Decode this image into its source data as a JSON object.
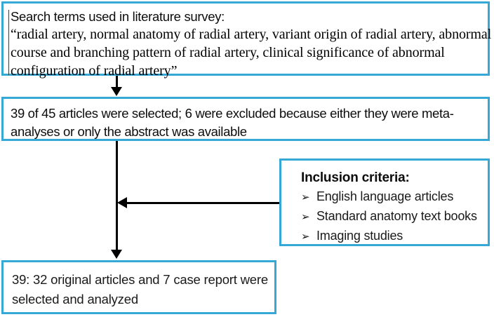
{
  "colors": {
    "box_border": "#35a8d6",
    "arrow": "#000000",
    "text": "#111111",
    "background": "#ffffff"
  },
  "box_search": {
    "title": "Search terms used in literature survey:",
    "quote_lines": [
      "“radial artery, normal anatomy of radial artery, variant origin of radial artery, abnormal",
      "course and branching pattern of radial artery, clinical significance of abnormal",
      "configuration of radial artery”"
    ]
  },
  "box_selection": {
    "lines": [
      "39 of 45 articles were selected; 6 were excluded because either they were meta-",
      "analyses or only the abstract was available"
    ]
  },
  "box_inclusion": {
    "title": "Inclusion criteria:",
    "bullet_icon": "➢",
    "items": [
      "English language articles",
      "Standard anatomy text books",
      "Imaging studies"
    ]
  },
  "box_result": {
    "lines": [
      "39: 32 original articles and 7 case report were",
      "selected and analyzed"
    ]
  }
}
